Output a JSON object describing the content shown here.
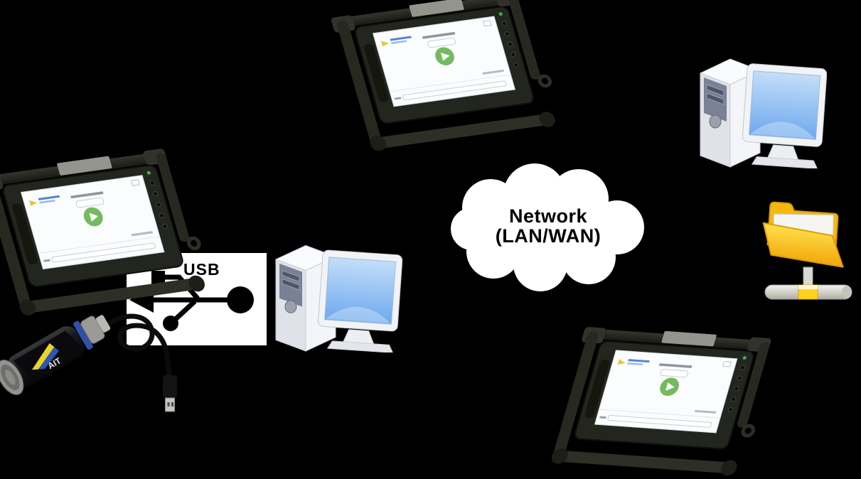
{
  "cloud": {
    "line1": "Network",
    "line2": "(LAN/WAN)",
    "fill": "#ffffff",
    "text_color": "#000000"
  },
  "usb": {
    "label": "USB",
    "background": "#ffffff",
    "symbol_color": "#000000",
    "symbol": "usb-trident-icon"
  },
  "dongle": {
    "brand": "AIT",
    "body_color": "#17181c",
    "logo_yellow": "#e8d42f",
    "logo_blue": "#2f56b0"
  },
  "colors": {
    "background": "#000000",
    "tablet_frame": "#2a2c25",
    "tablet_screen": "#fbfcfd",
    "play_button_green": "#74ba60",
    "monitor_screen_blue": "#8fc0f4",
    "desktop_case": "#f2f3f7",
    "folder_yellow": "#f6b80f",
    "folder_front_gradient_top": "#ffe14d",
    "folder_front_gradient_bottom": "#f2a50a",
    "stand_gray": "#c9c9c1"
  },
  "devices": [
    {
      "id": "tablet-top",
      "type": "rugged-tablet"
    },
    {
      "id": "tablet-left",
      "type": "rugged-tablet"
    },
    {
      "id": "tablet-bottom",
      "type": "rugged-tablet"
    },
    {
      "id": "desktop-right",
      "type": "desktop-computer"
    },
    {
      "id": "desktop-center",
      "type": "desktop-computer"
    },
    {
      "id": "folder",
      "type": "shared-network-folder"
    },
    {
      "id": "dongle",
      "type": "usb-interface-adapter"
    }
  ]
}
